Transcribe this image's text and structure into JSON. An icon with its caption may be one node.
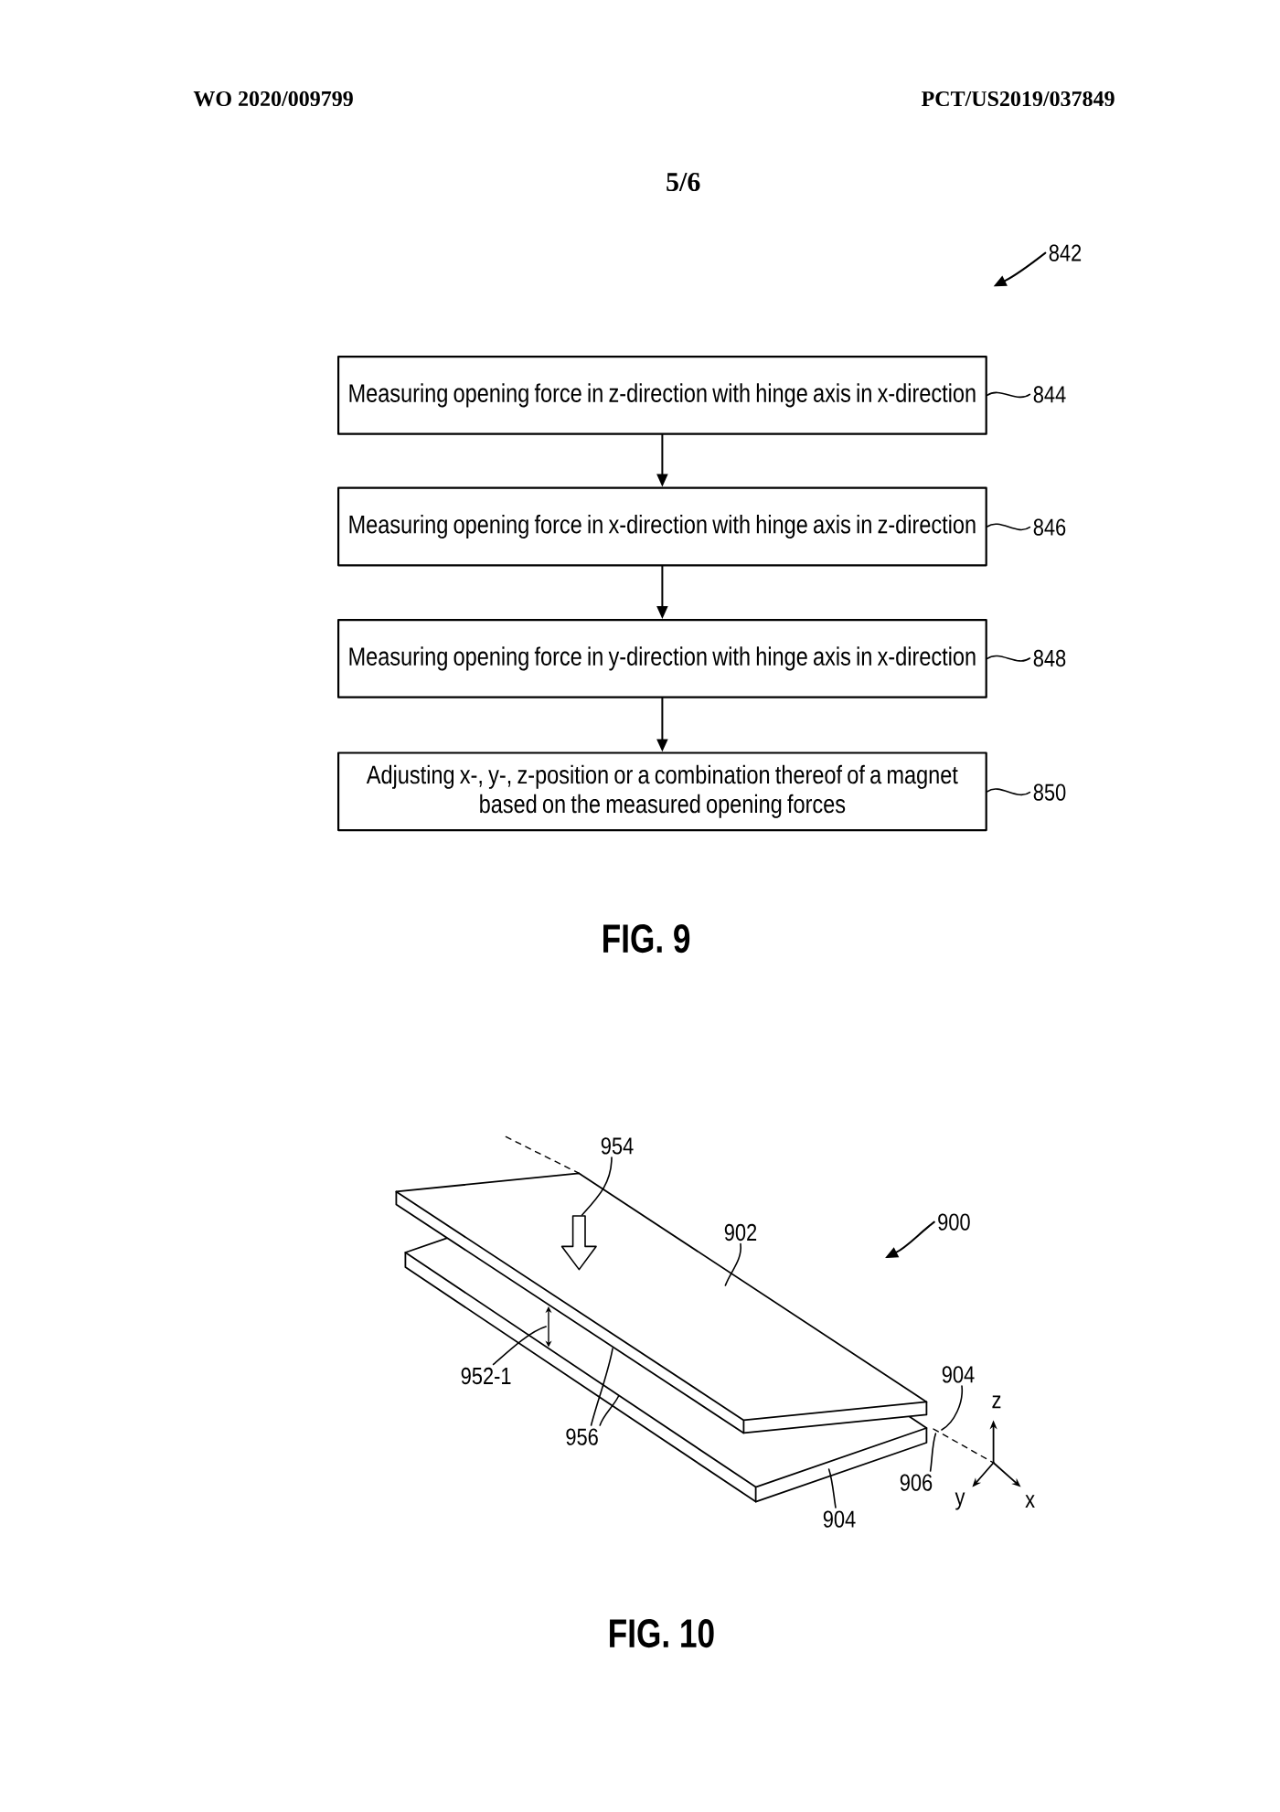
{
  "diagram": {
    "nodes": [
      {
        "text": [
          "842"
        ]
      },
      {
        "text": [
          "Measuring opening force in z-direction with hinge axis in x-direction"
        ]
      },
      {
        "text": [
          "844"
        ]
      },
      {
        "text": [
          "Measuring opening force in x-direction with hinge axis in z-direction"
        ]
      },
      {
        "text": [
          "846"
        ]
      },
      {
        "text": [
          "Measuring opening force in y-direction with hinge axis in x-direction"
        ]
      },
      {
        "text": [
          "848"
        ]
      },
      {
        "text": [
          "Adjusting x-, y-, z-position or a combination thereof of a magnet based on the measured opening forces"
        ]
      },
      {
        "text": [
          "850"
        ]
      },
      {
        "text": [
          "954"
        ]
      },
      {
        "text": [
          "902"
        ]
      },
      {
        "text": [
          "900"
        ]
      },
      {
        "text": [
          "952-1"
        ]
      },
      {
        "text": [
          "904"
        ]
      },
      {
        "text": [
          "956"
        ]
      },
      {
        "text": [
          "906"
        ]
      },
      {
        "text": [
          "904"
        ]
      }
    ],
    "edges": [
      {
        "from": 0,
        "to": null,
        "arrow": "to"
      },
      {
        "from": 1,
        "to": 3,
        "arrow": "to"
      },
      {
        "from": 3,
        "to": 5,
        "arrow": "to"
      },
      {
        "from": 5,
        "to": 7,
        "arrow": "to"
      },
      {
        "from": 2,
        "to": 1,
        "arrow": "none"
      },
      {
        "from": 4,
        "to": 3,
        "arrow": "none"
      },
      {
        "from": 6,
        "to": 5,
        "arrow": "none"
      },
      {
        "from": 8,
        "to": 7,
        "arrow": "none"
      },
      {
        "from": 9,
        "to": null,
        "arrow": "none"
      },
      {
        "from": 10,
        "to": null,
        "arrow": "none"
      },
      {
        "from": 11,
        "to": null,
        "arrow": "to"
      },
      {
        "from": 12,
        "to": null,
        "arrow": "none"
      },
      {
        "from": 13,
        "to": null,
        "arrow": "none"
      },
      {
        "from": 14,
        "to": null,
        "arrow": "none"
      },
      {
        "from": 14,
        "to": null,
        "arrow": "none"
      },
      {
        "from": 15,
        "to": null,
        "arrow": "none"
      },
      {
        "from": 16,
        "to": null,
        "arrow": "none"
      }
    ],
    "labels": [
      "WO 2020/009799",
      "PCT/US2019/037849",
      "5/6",
      "FIG. 9",
      "z",
      "y",
      "x",
      "FIG. 10"
    ]
  }
}
